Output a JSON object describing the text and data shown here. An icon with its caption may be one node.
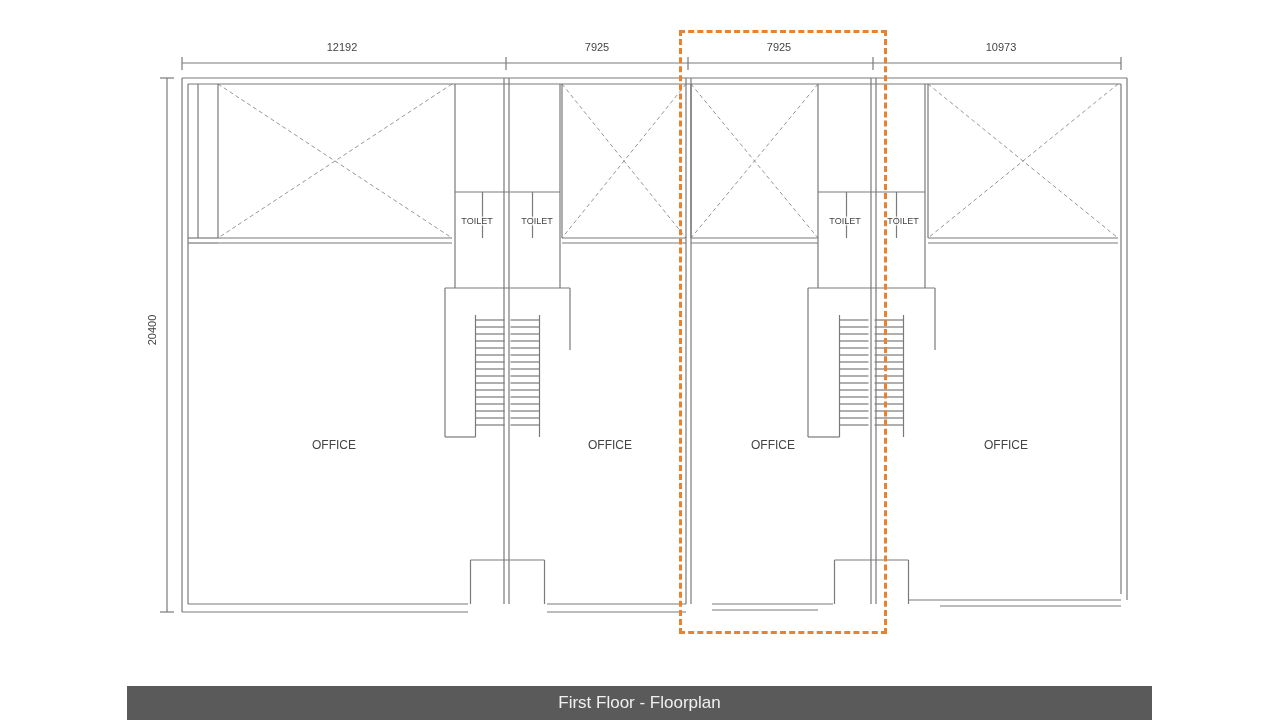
{
  "diagram": {
    "caption": "First Floor - Floorplan",
    "nodes": [
      {
        "text": [],
        "shape": "box"
      },
      {
        "text": [
          "OFFICE"
        ]
      },
      {
        "text": [
          "OFFICE"
        ]
      },
      {
        "text": [
          "OFFICE"
        ],
        "in": 0
      },
      {
        "text": [
          "OFFICE"
        ]
      },
      {
        "text": [
          "TOILET"
        ]
      },
      {
        "text": [
          "TOILET"
        ]
      },
      {
        "text": [
          "TOILET"
        ],
        "in": 0
      },
      {
        "text": [
          "TOILET"
        ]
      }
    ],
    "edges": [],
    "labels": [
      "12192",
      "7925",
      "7925",
      "10973",
      "20400"
    ]
  }
}
